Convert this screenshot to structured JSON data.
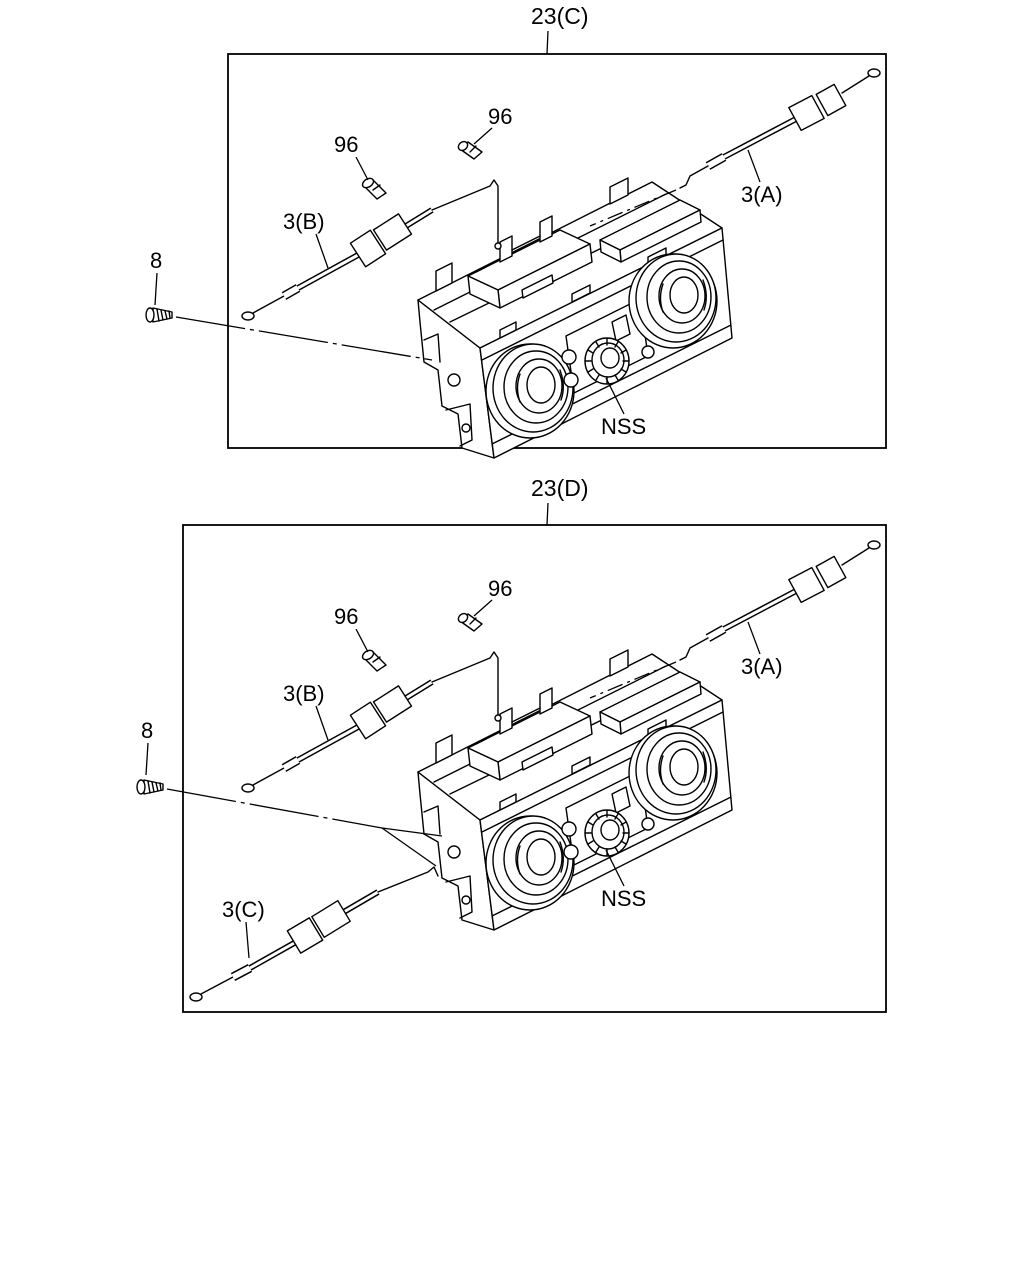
{
  "figures": [
    {
      "title": "23(C)",
      "labels": {
        "clip_left": "96",
        "clip_right": "96",
        "cable_b": "3(B)",
        "screw": "8",
        "cable_a": "3(A)",
        "unit": "NSS"
      }
    },
    {
      "title": "23(D)",
      "labels": {
        "clip_left": "96",
        "clip_right": "96",
        "cable_b": "3(B)",
        "screw": "8",
        "cable_a": "3(A)",
        "unit": "NSS",
        "cable_c": "3(C)"
      }
    }
  ]
}
